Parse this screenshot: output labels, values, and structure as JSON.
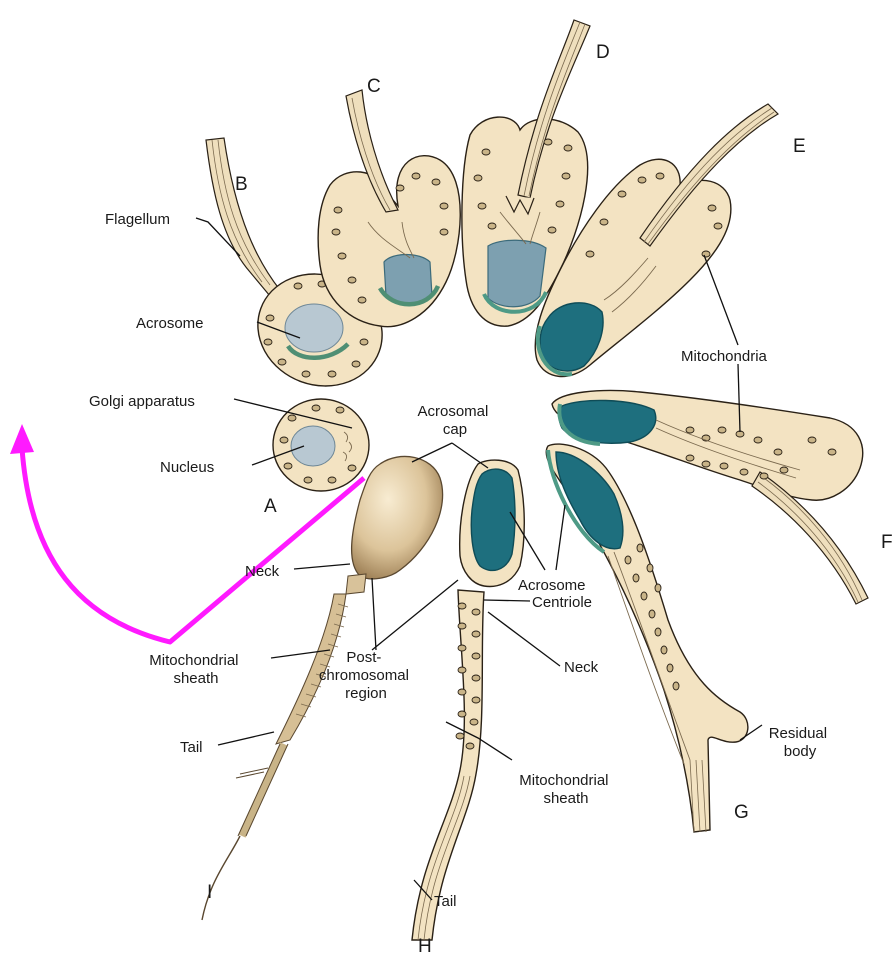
{
  "labels": {
    "flagellum": "Flagellum",
    "acrosome_b": "Acrosome",
    "golgi": "Golgi apparatus",
    "nucleus": "Nucleus",
    "acrosomal_cap": "Acrosomal\ncap",
    "mitochondria": "Mitochondria",
    "neck_i": "Neck",
    "mito_sheath_i": "Mitochondrial\nsheath",
    "tail_i": "Tail",
    "postchromosomal": "Post-\nchromosomal\nregion",
    "acrosome_h": "Acrosome",
    "centriole": "Centriole",
    "neck_h": "Neck",
    "mito_sheath_h": "Mitochondrial\nsheath",
    "tail_h": "Tail",
    "residual_body": "Residual\nbody"
  },
  "stages": {
    "a": "A",
    "b": "B",
    "c": "C",
    "d": "D",
    "e": "E",
    "f": "F",
    "g": "G",
    "h": "H",
    "i": "I"
  },
  "colors": {
    "arrow": "#ff1aff",
    "cytoplasm": "#f3e3c2",
    "nucleus_dark": "#1e6f7e",
    "acrosome_green": "#4f8f74"
  }
}
